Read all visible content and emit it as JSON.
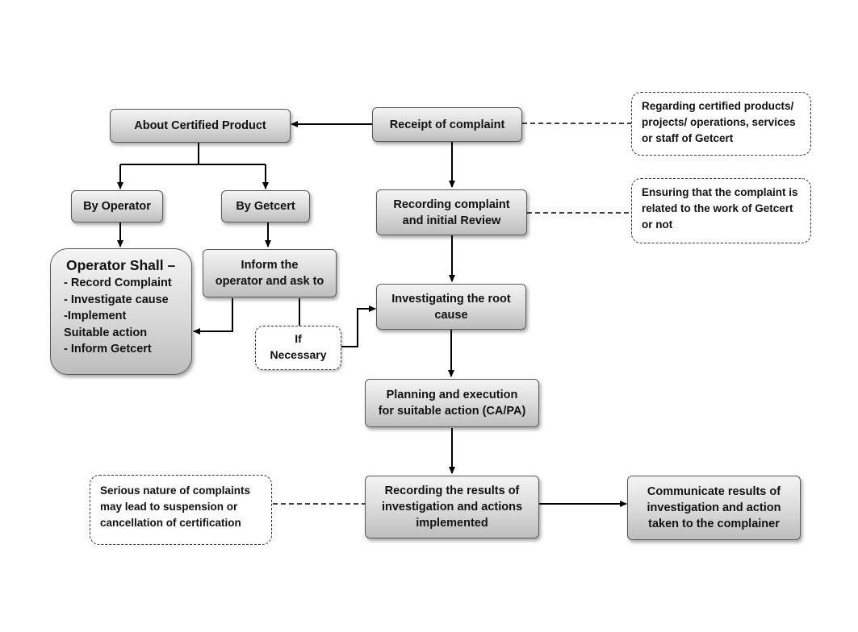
{
  "boxes": {
    "about_certified": "About Certified Product",
    "receipt": "Receipt of complaint",
    "by_operator": "By Operator",
    "by_getcert": "By Getcert",
    "recording_initial": "Recording complaint\nand initial Review",
    "inform_operator": "Inform the\noperator and ask to",
    "investigating": "Investigating the root\ncause",
    "planning": "Planning and execution\nfor suitable action (CA/PA)",
    "recording_results": "Recording the results of\ninvestigation and actions\nimplemented",
    "communicate": "Communicate results of\ninvestigation and action\ntaken to the complainer",
    "if_necessary": "If\nNecessary"
  },
  "operator_shall": {
    "heading": "Operator Shall –",
    "items": [
      "- Record Complaint",
      "- Investigate cause",
      "-Implement\n  Suitable action",
      "- Inform Getcert"
    ]
  },
  "notes": {
    "regarding": "Regarding certified products/\nprojects/ operations, services\nor staff of Getcert",
    "ensuring": "Ensuring that the complaint is\nrelated to the work of Getcert\nor not",
    "serious": "Serious nature of complaints\nmay lead to suspension or\ncancellation of certification"
  }
}
